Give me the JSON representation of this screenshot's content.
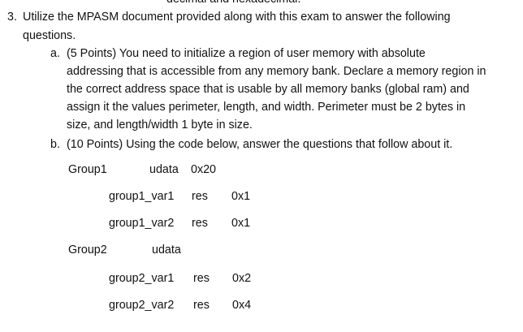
{
  "cut_line": "decimal and hexadecimal.",
  "q3": {
    "number": "3.",
    "lines": [
      "Utilize the MPASM document provided along with this exam to answer the following",
      "questions."
    ]
  },
  "qa": {
    "label": "a.",
    "lines": [
      "(5 Points) You need to initialize a region of user memory with absolute",
      "addressing that is accessible from any memory bank. Declare a memory region in",
      "the correct address space that is usable by all memory banks (global ram) and",
      "assign it the values perimeter, length, and width. Perimeter must be 2 bytes in",
      "size, and length/width 1 byte in size."
    ]
  },
  "qb": {
    "label": "b.",
    "lines": [
      "(10 Points) Using the code below, answer the questions that follow about it."
    ]
  },
  "code": {
    "group1": {
      "name": "Group1",
      "directive": "udata",
      "arg": "0x20"
    },
    "group1_var1": {
      "name": "group1_var1",
      "directive": "res",
      "arg": "0x1"
    },
    "group1_var2": {
      "name": "group1_var2",
      "directive": "res",
      "arg": "0x1"
    },
    "group2": {
      "name": "Group2",
      "directive": "udata"
    },
    "group2_var1": {
      "name": "group2_var1",
      "directive": "res",
      "arg": "0x2"
    },
    "group2_var2": {
      "name": "group2_var2",
      "directive": "res",
      "arg": "0x4"
    }
  }
}
